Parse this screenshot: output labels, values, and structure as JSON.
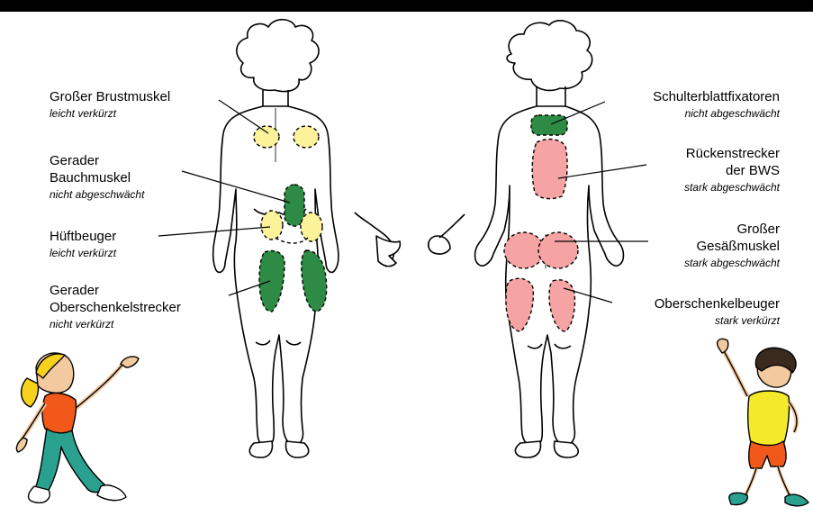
{
  "colors": {
    "weakened": "#f5a3a3",
    "shortened": "#fbf29a",
    "normal": "#2e8b45",
    "outline": "#000000",
    "topbar": "#000000"
  },
  "muscles_front": [
    {
      "name": "Großer Brustmuskel",
      "status": "leicht verkürzt",
      "state": "shortened"
    },
    {
      "name": "Gerader Bauchmuskel",
      "status": "nicht abgeschwächt",
      "state": "normal"
    },
    {
      "name": "Hüftbeuger",
      "status": "leicht verkürzt",
      "state": "shortened"
    },
    {
      "name": "Gerader Oberschenkelstrecker",
      "status": "nicht verkürzt",
      "state": "normal"
    }
  ],
  "muscles_back": [
    {
      "name": "Schulterblattfixatoren",
      "status": "nicht abgeschwächt",
      "state": "normal"
    },
    {
      "name": "Rückenstrecker der BWS",
      "status": "stark abgeschwächt",
      "state": "weakened"
    },
    {
      "name": "Großer Gesäßmuskel",
      "status": "stark abgeschwächt",
      "state": "weakened"
    },
    {
      "name": "Oberschenkelbeuger",
      "status": "stark verkürzt",
      "state": "weakened"
    }
  ]
}
